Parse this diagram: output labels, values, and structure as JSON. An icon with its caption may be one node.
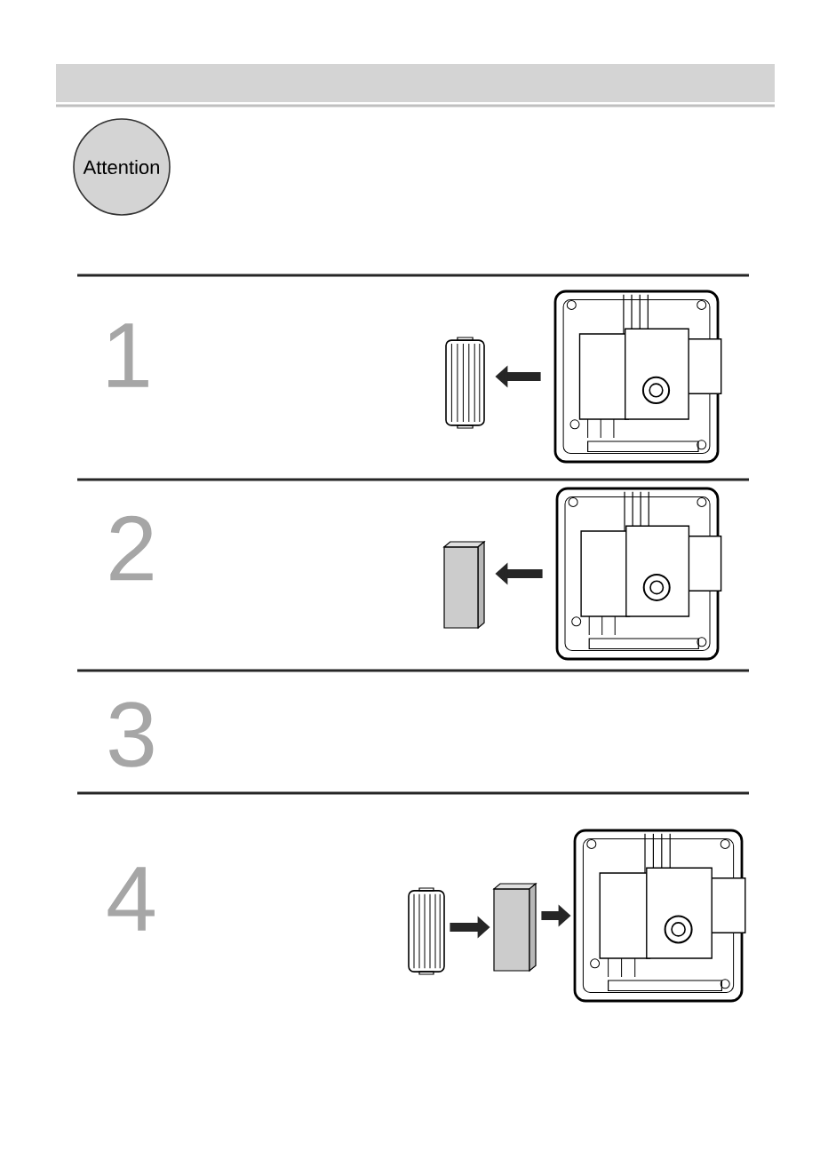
{
  "diagram": {
    "nodes": [
      {
        "text": [
          "Attention"
        ]
      },
      {
        "text": [],
        "shape": "picture"
      },
      {
        "text": [],
        "shape": "picture"
      },
      {
        "text": [],
        "shape": "box"
      },
      {
        "text": [],
        "shape": "picture"
      },
      {
        "text": [],
        "shape": "picture"
      },
      {
        "text": [],
        "shape": "box"
      },
      {
        "text": [],
        "shape": "picture"
      }
    ],
    "edges": [
      {
        "from": 2,
        "to": 1,
        "arrow": "to"
      },
      {
        "from": 4,
        "to": 3,
        "arrow": "to"
      },
      {
        "from": 5,
        "to": 6,
        "arrow": "to"
      },
      {
        "from": 6,
        "to": 7,
        "arrow": "to"
      }
    ],
    "labels": [
      "1",
      "2",
      "3",
      "4"
    ]
  }
}
